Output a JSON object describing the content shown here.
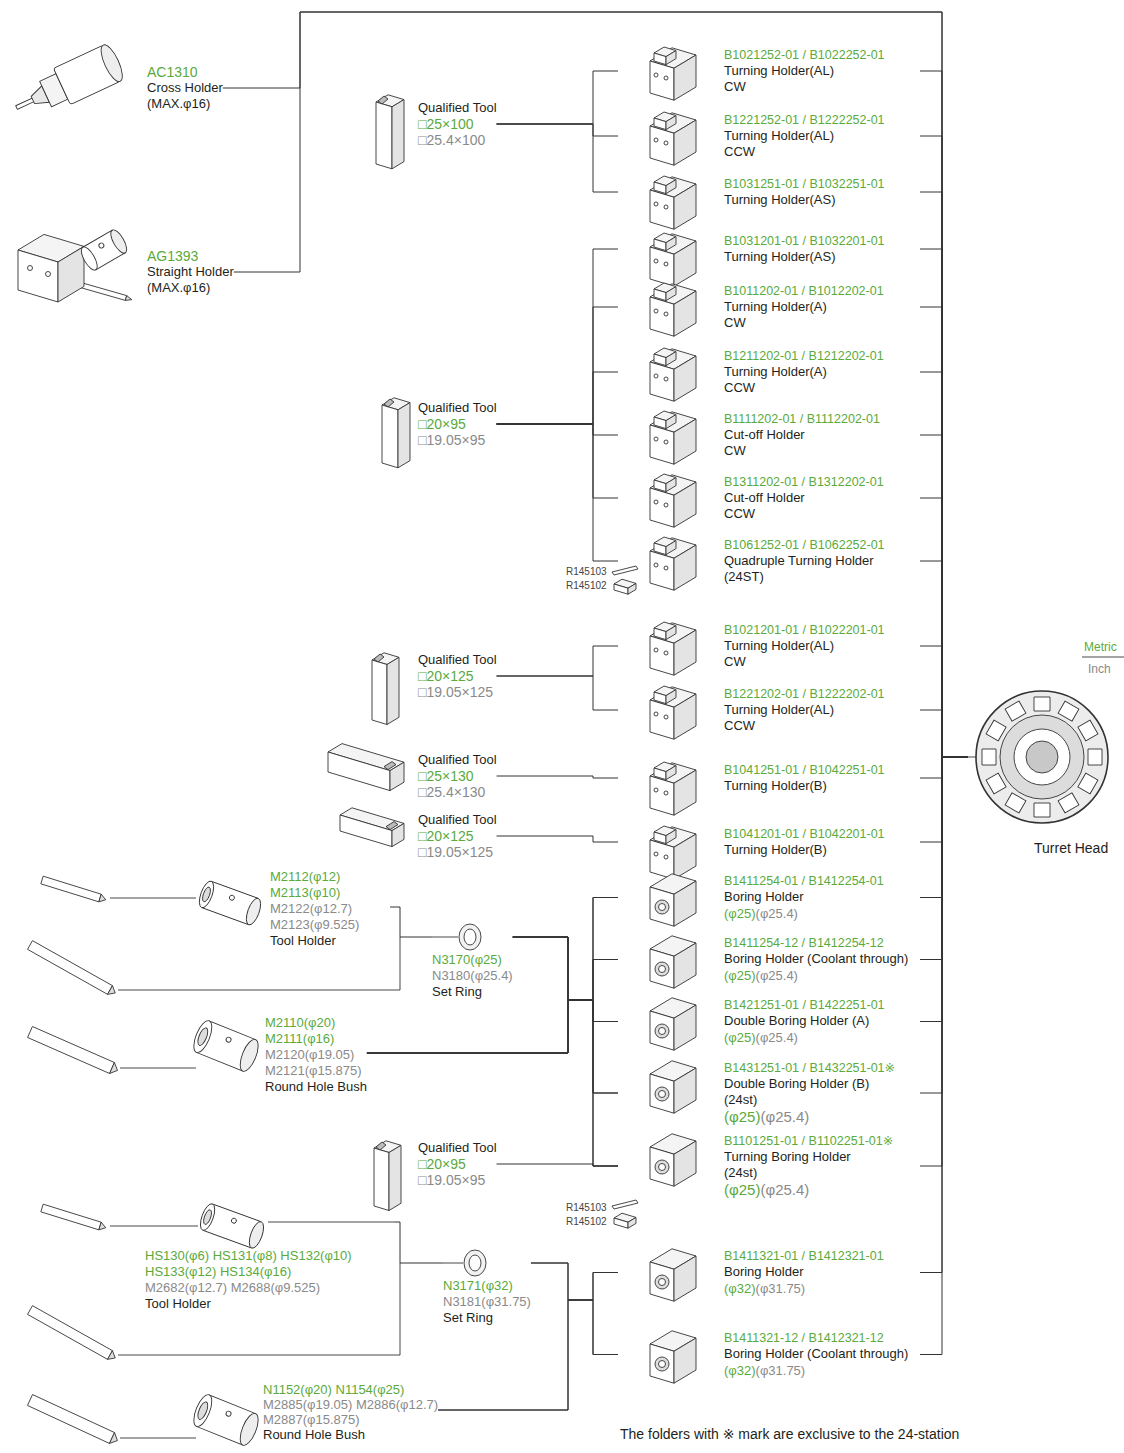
{
  "diagram": {
    "nodes": [
      {
        "text": [
          "AC1310",
          "Cross Holder",
          "(MAX.φ16)"
        ]
      },
      {
        "text": [
          "AG1393",
          "Straight Holder",
          "(MAX.φ16)"
        ]
      },
      {
        "text": [
          "Qualified Tool",
          "□25×100",
          "□25.4×100"
        ]
      },
      {
        "text": [
          "B1021252-01 / B1022252-01",
          "Turning Holder(AL)",
          "CW"
        ]
      },
      {
        "text": [
          "B1221252-01 / B1222252-01",
          "Turning Holder(AL)",
          "CCW"
        ]
      },
      {
        "text": [
          "B1031251-01 / B1032251-01",
          "Turning Holder(AS)"
        ]
      },
      {
        "text": [
          "Qualified Tool",
          "□20×95",
          "□19.05×95"
        ]
      },
      {
        "text": [
          "B1031201-01 / B1032201-01",
          "Turning Holder(AS)"
        ]
      },
      {
        "text": [
          "B1011202-01 / B1012202-01",
          "Turning Holder(A)",
          "CW"
        ]
      },
      {
        "text": [
          "B1211202-01 / B1212202-01",
          "Turning Holder(A)",
          "CCW"
        ]
      },
      {
        "text": [
          "B1111202-01 / B1112202-01",
          "Cut-off Holder",
          "CW"
        ]
      },
      {
        "text": [
          "B1311202-01 / B1312202-01",
          "Cut-off Holder",
          "CCW"
        ]
      },
      {
        "text": [
          "B1061252-01 / B1062252-01",
          "Quadruple Turning Holder",
          "(24ST)"
        ]
      },
      {
        "text": [
          "Qualified Tool",
          "□20×125",
          "□19.05×125"
        ]
      },
      {
        "text": [
          "B1021201-01 / B1022201-01",
          "Turning Holder(AL)",
          "CW"
        ]
      },
      {
        "text": [
          "B1221202-01 / B1222202-01",
          "Turning Holder(AL)",
          "CCW"
        ]
      },
      {
        "text": [
          "Qualified Tool",
          "□25×130",
          "□25.4×130"
        ]
      },
      {
        "text": [
          "B1041251-01 / B1042251-01",
          "Turning Holder(B)"
        ]
      },
      {
        "text": [
          "Qualified Tool",
          "□20×125",
          "□19.05×125"
        ]
      },
      {
        "text": [
          "B1041201-01 / B1042201-01",
          "Turning Holder(B)"
        ]
      },
      {
        "text": [
          "M2112(φ12)",
          "M2113(φ10)",
          "M2122(φ12.7)",
          "M2123(φ9.525)",
          "Tool Holder"
        ]
      },
      {
        "text": [
          "N3170(φ25)",
          "N3180(φ25.4)",
          "Set Ring"
        ]
      },
      {
        "text": [
          "M2110(φ20)",
          "M2111(φ16)",
          "M2120(φ19.05)",
          "M2121(φ15.875)",
          "Round Hole Bush"
        ]
      },
      {
        "text": [
          "B1411254-01 / B1412254-01",
          "Boring Holder",
          "(φ25)",
          "(φ25.4)"
        ]
      },
      {
        "text": [
          "B1411254-12 / B1412254-12",
          "Boring Holder (Coolant through)",
          "(φ25)",
          "(φ25.4)"
        ]
      },
      {
        "text": [
          "B1421251-01 / B1422251-01",
          "Double Boring Holder (A)",
          "(φ25)",
          "(φ25.4)"
        ]
      },
      {
        "text": [
          "B1431251-01 / B1432251-01※",
          "Double Boring Holder (B)",
          "(24st)",
          "(φ25)",
          "(φ25.4)"
        ]
      },
      {
        "text": [
          "Qualified Tool",
          "□20×95",
          "□19.05×95"
        ]
      },
      {
        "text": [
          "B1101251-01 / B1102251-01※",
          "Turning Boring Holder",
          "(24st)",
          "(φ25)",
          "(φ25.4)"
        ]
      },
      {
        "text": [
          "HS130(φ6) HS131(φ8) HS132(φ10)",
          "HS133(φ12) HS134(φ16)",
          "M2682(φ12.7) M2688(φ9.525)",
          "Tool Holder"
        ]
      },
      {
        "text": [
          "N3171(φ32)",
          "N3181(φ31.75)",
          "Set Ring"
        ]
      },
      {
        "text": [
          "N1152(φ20) N1154(φ25)",
          "M2885(φ19.05) M2886(φ12.7)",
          "M2887(φ15.875)",
          "Round Hole Bush"
        ]
      },
      {
        "text": [
          "B1411321-01 / B1412321-01",
          "Boring Holder",
          "(φ32)",
          "(φ31.75)"
        ]
      },
      {
        "text": [
          "B1411321-12 / B1412321-12",
          "Boring Holder (Coolant through)",
          "(φ32)",
          "(φ31.75)"
        ]
      },
      {
        "text": [
          "Turret Head"
        ]
      }
    ],
    "edges": [
      {
        "from": 0,
        "to": 34,
        "arrow": "none"
      },
      {
        "from": 1,
        "to": 34,
        "arrow": "none"
      },
      {
        "from": 2,
        "to": 3,
        "arrow": "none"
      },
      {
        "from": 2,
        "to": 4,
        "arrow": "none"
      },
      {
        "from": 2,
        "to": 5,
        "arrow": "none"
      },
      {
        "from": 3,
        "to": 34,
        "arrow": "none"
      },
      {
        "from": 4,
        "to": 34,
        "arrow": "none"
      },
      {
        "from": 5,
        "to": 34,
        "arrow": "none"
      },
      {
        "from": 6,
        "to": 7,
        "arrow": "none"
      },
      {
        "from": 6,
        "to": 8,
        "arrow": "none"
      },
      {
        "from": 6,
        "to": 9,
        "arrow": "none"
      },
      {
        "from": 6,
        "to": 10,
        "arrow": "none"
      },
      {
        "from": 6,
        "to": 11,
        "arrow": "none"
      },
      {
        "from": 6,
        "to": 12,
        "arrow": "none"
      },
      {
        "from": 7,
        "to": 34,
        "arrow": "none"
      },
      {
        "from": 8,
        "to": 34,
        "arrow": "none"
      },
      {
        "from": 9,
        "to": 34,
        "arrow": "none"
      },
      {
        "from": 10,
        "to": 34,
        "arrow": "none"
      },
      {
        "from": 11,
        "to": 34,
        "arrow": "none"
      },
      {
        "from": 12,
        "to": 34,
        "arrow": "none"
      },
      {
        "from": 13,
        "to": 14,
        "arrow": "none"
      },
      {
        "from": 13,
        "to": 15,
        "arrow": "none"
      },
      {
        "from": 14,
        "to": 34,
        "arrow": "none"
      },
      {
        "from": 15,
        "to": 34,
        "arrow": "none"
      },
      {
        "from": 16,
        "to": 17,
        "arrow": "none"
      },
      {
        "from": 17,
        "to": 34,
        "arrow": "none"
      },
      {
        "from": 18,
        "to": 19,
        "arrow": "none"
      },
      {
        "from": 19,
        "to": 34,
        "arrow": "none"
      },
      {
        "from": 20,
        "to": 21,
        "arrow": "none"
      },
      {
        "from": 21,
        "to": 23,
        "arrow": "none"
      },
      {
        "from": 21,
        "to": 24,
        "arrow": "none"
      },
      {
        "from": 21,
        "to": 25,
        "arrow": "none"
      },
      {
        "from": 21,
        "to": 26,
        "arrow": "none"
      },
      {
        "from": 21,
        "to": 28,
        "arrow": "none"
      },
      {
        "from": 22,
        "to": 23,
        "arrow": "none"
      },
      {
        "from": 22,
        "to": 24,
        "arrow": "none"
      },
      {
        "from": 22,
        "to": 25,
        "arrow": "none"
      },
      {
        "from": 22,
        "to": 26,
        "arrow": "none"
      },
      {
        "from": 22,
        "to": 28,
        "arrow": "none"
      },
      {
        "from": 23,
        "to": 34,
        "arrow": "none"
      },
      {
        "from": 24,
        "to": 34,
        "arrow": "none"
      },
      {
        "from": 25,
        "to": 34,
        "arrow": "none"
      },
      {
        "from": 26,
        "to": 34,
        "arrow": "none"
      },
      {
        "from": 27,
        "to": 28,
        "arrow": "none"
      },
      {
        "from": 28,
        "to": 34,
        "arrow": "none"
      },
      {
        "from": 29,
        "to": 30,
        "arrow": "none"
      },
      {
        "from": 30,
        "to": 32,
        "arrow": "none"
      },
      {
        "from": 30,
        "to": 33,
        "arrow": "none"
      },
      {
        "from": 31,
        "to": 32,
        "arrow": "none"
      },
      {
        "from": 31,
        "to": 33,
        "arrow": "none"
      },
      {
        "from": 32,
        "to": 34,
        "arrow": "none"
      },
      {
        "from": 33,
        "to": 34,
        "arrow": "none"
      }
    ],
    "labels": [
      "Metric",
      "Inch",
      "R145103",
      "R145102",
      "R145103",
      "R145102",
      "The folders with ※ mark are exclusive to the 24-station"
    ]
  }
}
